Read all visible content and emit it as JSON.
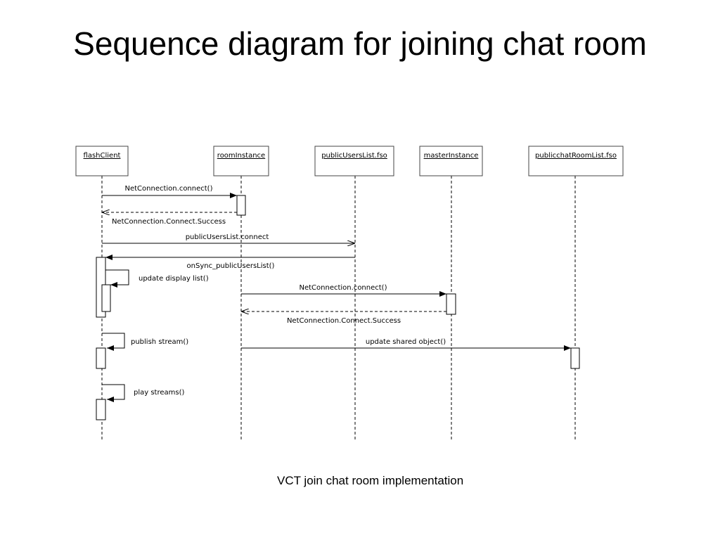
{
  "title": "Sequence diagram for joining chat room",
  "caption": "VCT join chat room implementation",
  "diagram": {
    "participants": [
      "flashClient",
      "roomInstance",
      "publicUsersList.fso",
      "masterInstance",
      "publicchatRoomList.fso"
    ],
    "messages": [
      {
        "from": 0,
        "to": 1,
        "kind": "sync",
        "label": "NetConnection.connect()"
      },
      {
        "from": 1,
        "to": 0,
        "kind": "return",
        "label": "NetConnection.Connect.Success"
      },
      {
        "from": 0,
        "to": 2,
        "kind": "async",
        "label": "publicUsersList.connect"
      },
      {
        "from": 2,
        "to": 0,
        "kind": "sync",
        "label": "onSync_publicUsersList()"
      },
      {
        "from": 0,
        "to": 0,
        "kind": "self",
        "label": "update display list()"
      },
      {
        "from": 1,
        "to": 3,
        "kind": "sync",
        "label": "NetConnection.connect()"
      },
      {
        "from": 3,
        "to": 1,
        "kind": "return",
        "label": "NetConnection.Connect.Success"
      },
      {
        "from": 0,
        "to": 0,
        "kind": "self",
        "label": "publish stream()"
      },
      {
        "from": 1,
        "to": 4,
        "kind": "sync",
        "label": "update shared object()"
      },
      {
        "from": 0,
        "to": 0,
        "kind": "self",
        "label": "play streams()"
      }
    ]
  }
}
